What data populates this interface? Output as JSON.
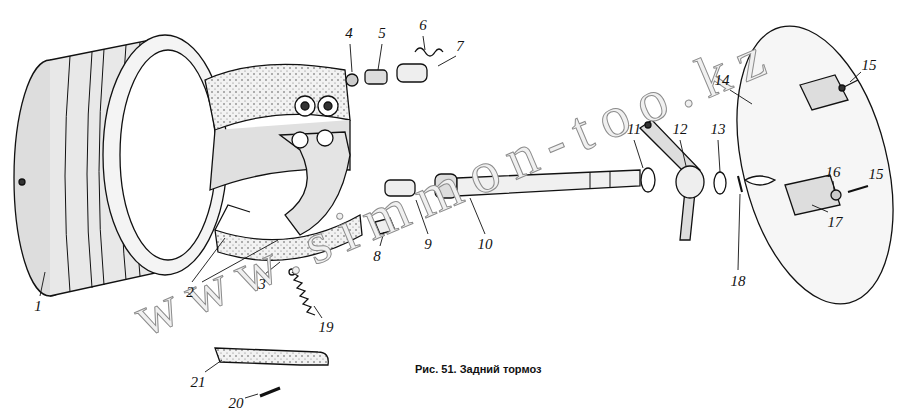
{
  "diagram": {
    "caption": "Рис. 51. Задний тормоз",
    "labels": [
      "1",
      "2",
      "3",
      "4",
      "5",
      "6",
      "7",
      "8",
      "9",
      "10",
      "11",
      "12",
      "13",
      "14",
      "15",
      "15",
      "16",
      "17",
      "18",
      "19",
      "20",
      "21",
      "www.simmon-too.kz"
    ]
  }
}
